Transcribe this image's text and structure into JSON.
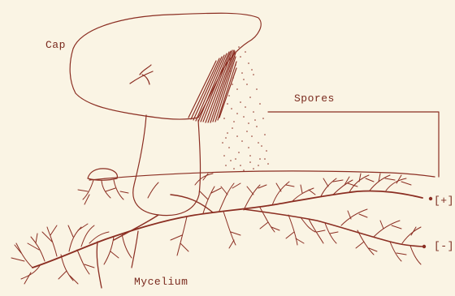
{
  "colors": {
    "ink": "#8b2e22",
    "background": "#faf4e4"
  },
  "labels": {
    "cap": "Cap",
    "spores": "Spores",
    "plus": "[+]",
    "minus": "[-]",
    "mycelium": "Mycelium"
  }
}
